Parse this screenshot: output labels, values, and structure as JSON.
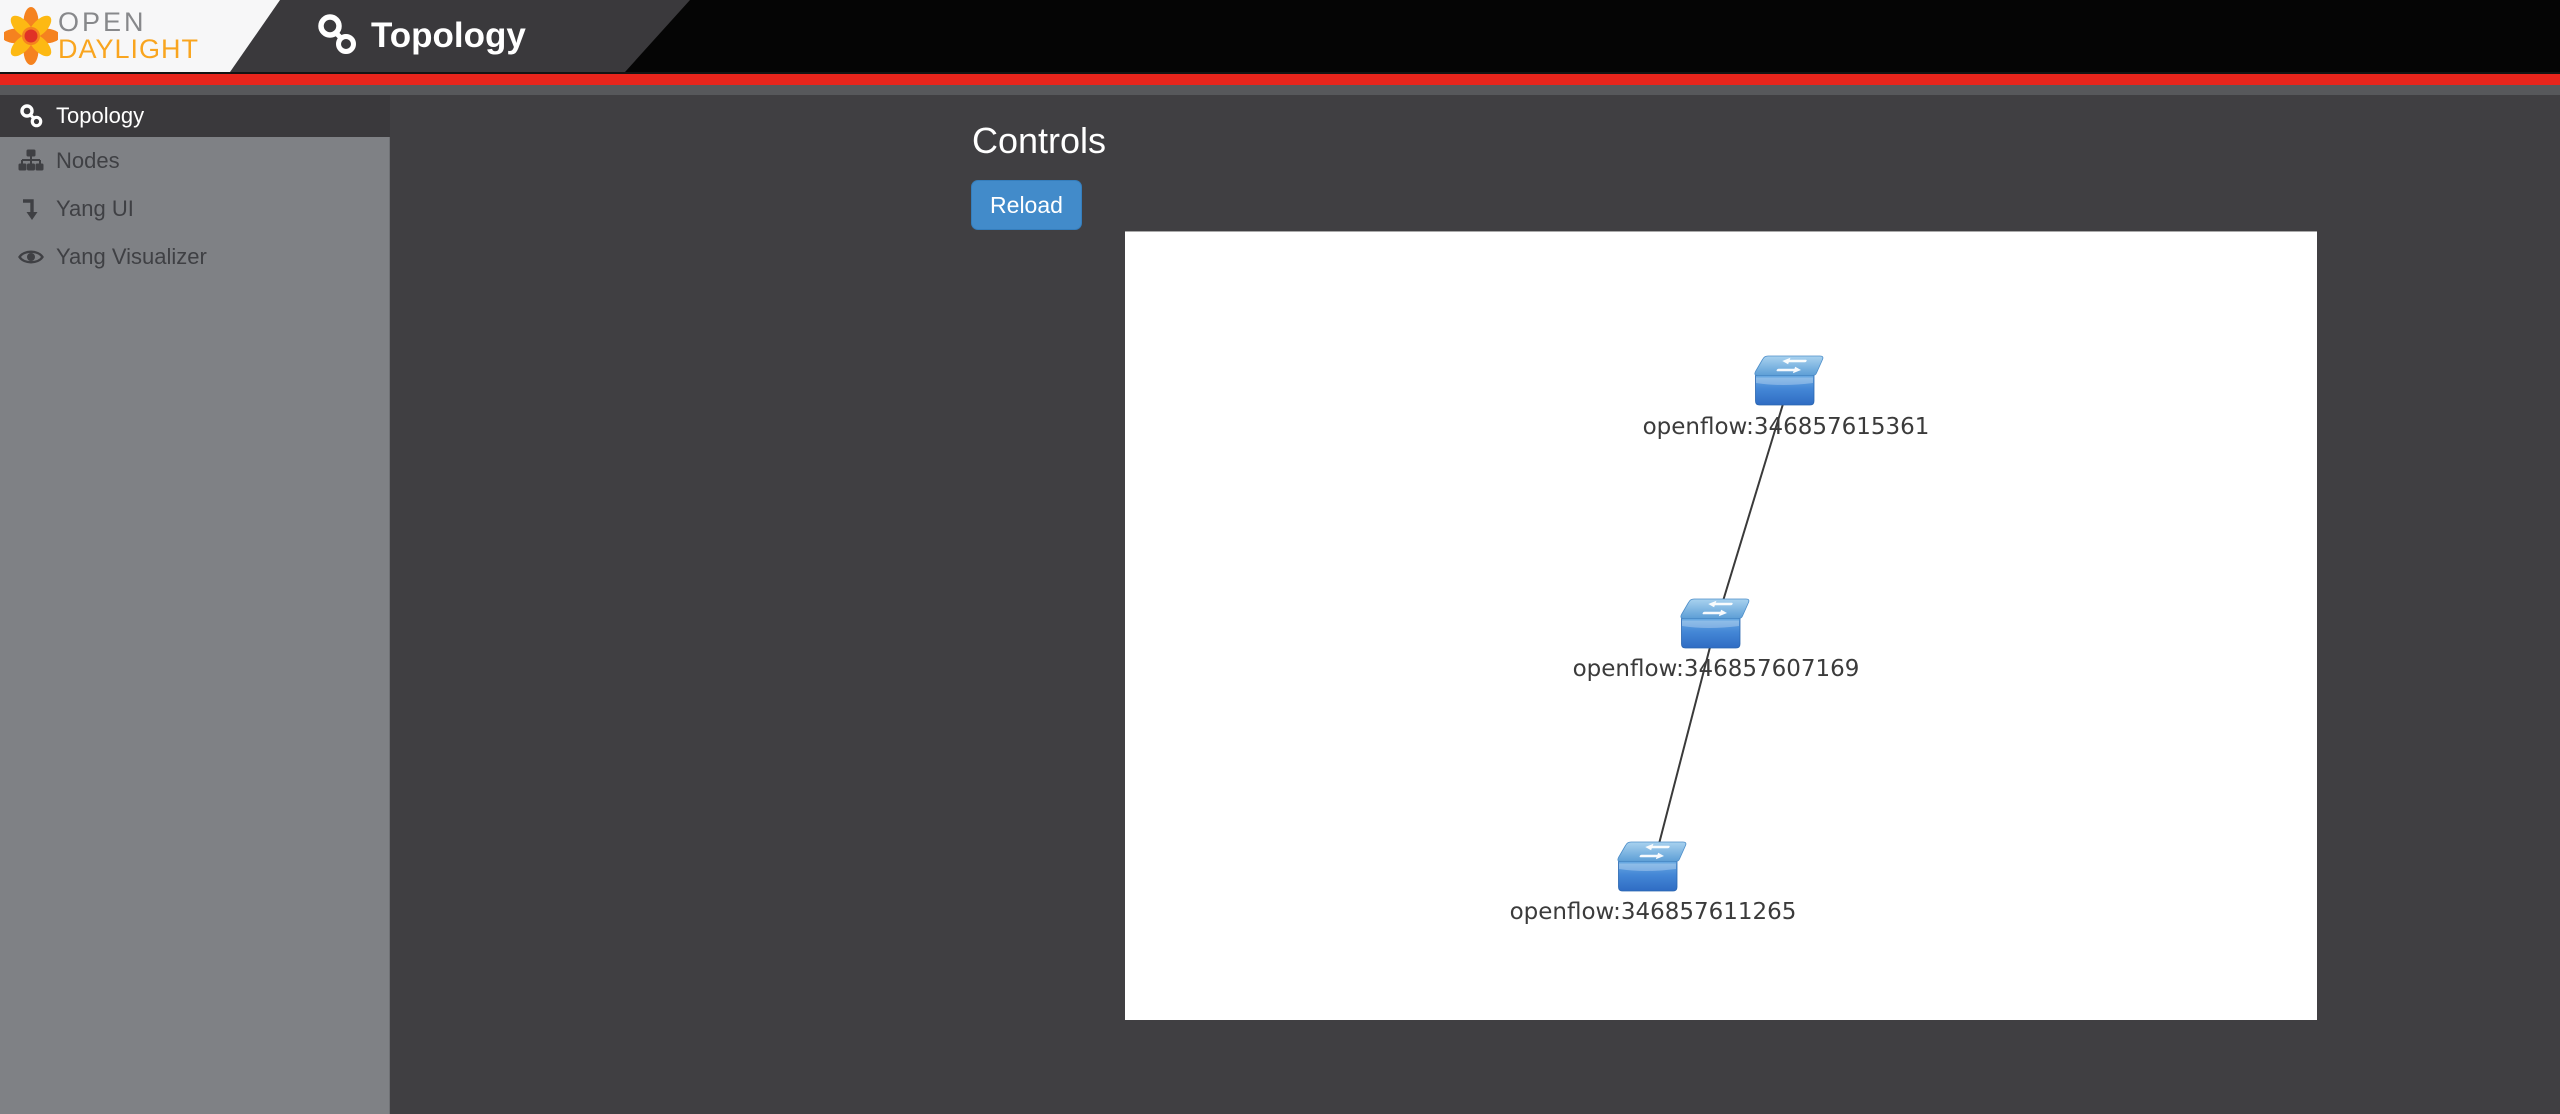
{
  "header": {
    "logo": {
      "line1": "OPEN",
      "line2": "DAYLIGHT"
    },
    "title": "Topology"
  },
  "sidebar": {
    "items": [
      {
        "label": "Topology",
        "icon": "link-icon",
        "selected": true
      },
      {
        "label": "Nodes",
        "icon": "sitemap-icon",
        "selected": false
      },
      {
        "label": "Yang UI",
        "icon": "level-down-icon",
        "selected": false
      },
      {
        "label": "Yang Visualizer",
        "icon": "eye-icon",
        "selected": false
      }
    ]
  },
  "controls": {
    "heading": "Controls",
    "reload_label": "Reload"
  },
  "topology_graph": {
    "nodes": [
      {
        "label": "openflow:346857615361"
      },
      {
        "label": "openflow:346857607169"
      },
      {
        "label": "openflow:346857611265"
      }
    ],
    "links": [
      {
        "source": "openflow:346857615361",
        "target": "openflow:346857607169"
      },
      {
        "source": "openflow:346857607169",
        "target": "openflow:346857611265"
      }
    ]
  },
  "colors": {
    "accent_red": "#e8251c",
    "button_blue": "#428bca",
    "sidebar_gray": "#7f8185",
    "content_bg": "#403f42",
    "header_band": "#3a393c",
    "logo_orange": "#f5821f",
    "logo_text_gray": "#87888b",
    "logo_text_orange": "#f9a51f",
    "node_icon_blue": "#3d7fd0",
    "link_line": "#3a3a3a"
  }
}
